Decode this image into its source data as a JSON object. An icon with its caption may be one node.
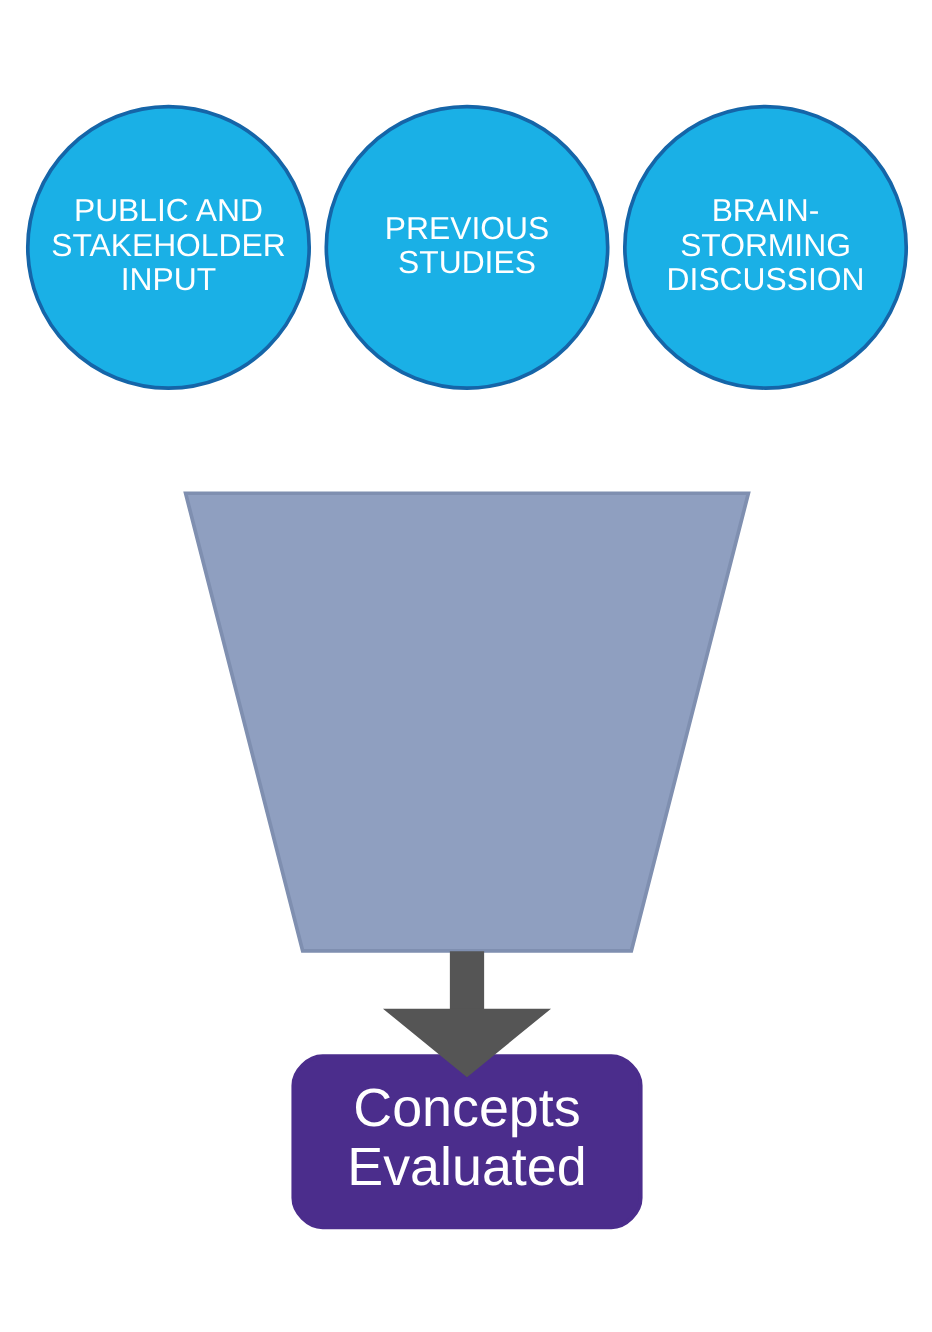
{
  "diagram": {
    "nodes": [
      {
        "text": [],
        "shape": "funnel"
      },
      {
        "text": [
          "PUBLIC AND STAKEHOLDER INPUT"
        ]
      },
      {
        "text": [
          "PREVIOUS STUDIES"
        ]
      },
      {
        "text": [
          "BRAIN- STORMING DISCUSSION"
        ]
      },
      {
        "text": [
          "Concepts Evaluated"
        ]
      }
    ],
    "edges": [
      {
        "from": 0,
        "to": 4,
        "arrow": "to"
      }
    ]
  }
}
